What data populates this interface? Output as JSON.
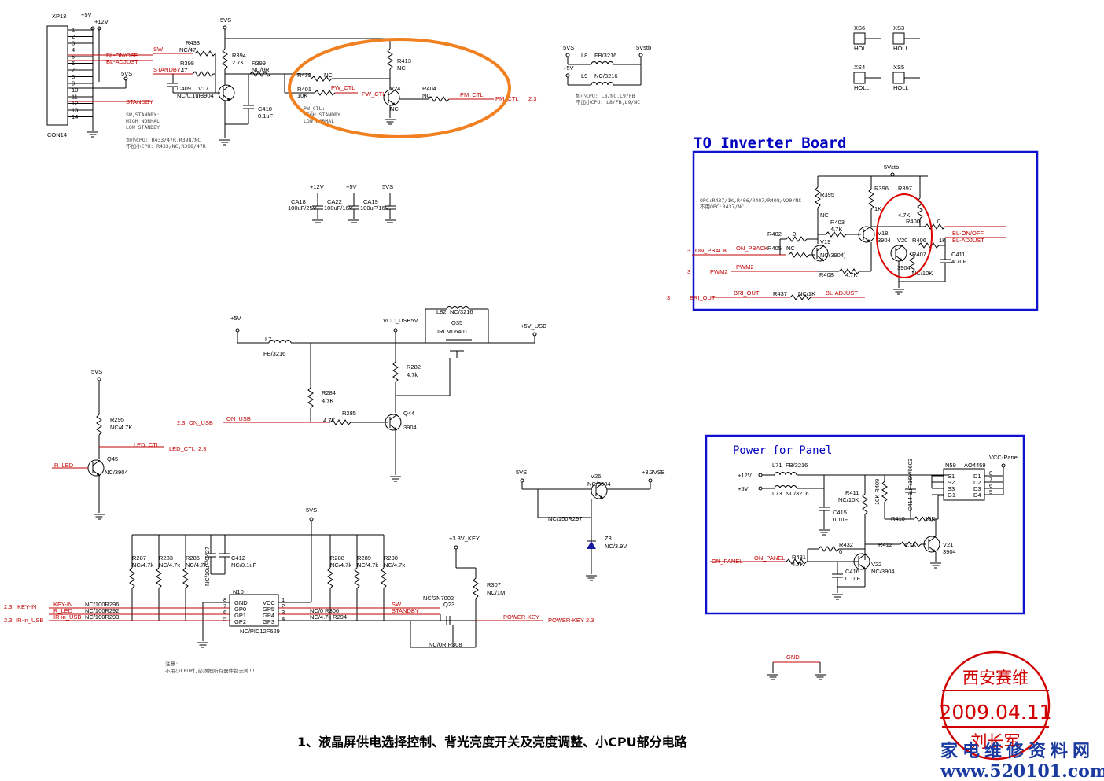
{
  "caption": "1、液晶屏供电选择控制、背光亮度开关及亮度调整、小CPU部分电路",
  "sections": {
    "inverter_title": "TO Inverter Board",
    "panel_title": "Power for Panel"
  },
  "stamp": {
    "org": "西安赛维",
    "date": "2009.04.11",
    "name": "刘长军"
  },
  "watermark": {
    "cn": "家电维修资料网",
    "url": "www.520101.com"
  },
  "connector": {
    "ref": "XP13",
    "part": "CON14",
    "pins": [
      "1",
      "2",
      "3",
      "4",
      "5",
      "6",
      "7",
      "8",
      "9",
      "10",
      "11",
      "12",
      "13",
      "14"
    ],
    "rails": [
      "+5V",
      "+12V"
    ],
    "nets": [
      "BL-ON/OFF",
      "BL-ADJUST",
      "STANDBY"
    ],
    "rail_5vs": "5VS",
    "sw": "SW",
    "standby": "STANDBY"
  },
  "top_block": {
    "r433": "R433",
    "r433v": "NC/47",
    "r398": "R398",
    "r398v": "47",
    "c409": "C409",
    "c409v": "NC/0.1uF",
    "v17": "V17",
    "v17v": "3904",
    "r394": "R394",
    "r394v": "2.7K",
    "r399": "R399",
    "r399v": "NC/0R",
    "c410": "C410",
    "c410v": "0.1uF",
    "rail": "5VS",
    "r439": "R439",
    "r439v": "NC",
    "r401": "R401",
    "r401v": "10K",
    "pw_ctl": "PW_CTL",
    "r413": "R413",
    "r413v": "NC",
    "v24": "V24",
    "v24v": "NC",
    "r404": "R404",
    "r404v": "NC",
    "pm_ctl": "PM_CTL",
    "pm_ctl2": "PM_CTL",
    "sheet": "2.3",
    "note1": "SW,STANDBY:",
    "note2": "HIGH   NORMAL",
    "note3": "LOW    STANDBY",
    "note4": "加小CPU:  R433/47R,R398/NC",
    "note5": "不加小CPU: R433/NC,R398/47R",
    "note6": "PW_CTL:",
    "note7": "HIGH STANDBY",
    "note8": "LOW  NORMAL"
  },
  "filter_block": {
    "r5vs": "5VS",
    "r5vstb": "5Vstb",
    "p5v": "+5V",
    "l8": "L8",
    "l8v": "FB/3216",
    "l9": "L9",
    "l9v": "NC/3216",
    "note1": "加小CPU:    L8/NC,L9/FB",
    "note2": "不加小CPU:  L8/FB,L9/NC"
  },
  "holl": [
    {
      "ref": "XS6",
      "v": "HOLL"
    },
    {
      "ref": "XS3",
      "v": "HOLL"
    },
    {
      "ref": "XS4",
      "v": "HOLL"
    },
    {
      "ref": "XS5",
      "v": "HOLL"
    }
  ],
  "caps": [
    {
      "rail": "+12V",
      "ref": "CA18",
      "v": "100uF/25V"
    },
    {
      "rail": "+5V",
      "ref": "CA22",
      "v": "100uF/16V"
    },
    {
      "rail": "5VS",
      "ref": "CA19",
      "v": "100uF/16V"
    }
  ],
  "inverter": {
    "rail": "5Vstb",
    "opc1": "OPC:R437/1K,R406/R407/R408/V20/NC",
    "opc2": "不用OPC:R437/NC",
    "r395": "R395",
    "r395v": "NC",
    "r396": "R396",
    "r396v": "1K",
    "r397": "R397",
    "r397v": "4.7K",
    "r403": "R403",
    "r403v": "4.7K",
    "r402": "R402",
    "r402v": "0",
    "r405": "R405",
    "r405v": "NC",
    "v19": "V19",
    "v19v": "NC(3904)",
    "v18": "V18",
    "v18v": "3904",
    "r400": "R400",
    "r400v": "0",
    "v20": "V20",
    "r406": "R406",
    "r406v": "1K",
    "r407": "R407",
    "v20v": "3904",
    "r407v": "NC/10K",
    "c411": "C411",
    "c411v": "4.7uF",
    "r408": "R408",
    "r408v": "4.7K",
    "r437": "R437",
    "r437v": "NC/1K",
    "on_pback": "ON_PBACK",
    "on_pback2": "ON_PBACK",
    "pwm2": "PWM2",
    "pwm2b": "PWM2",
    "bri_out": "BRI_OUT",
    "bri_out2": "BRI_OUT",
    "bl_adj": "BL-ADJUST",
    "out1": "BL-ON/OFF",
    "out2": "BL-ADJUST",
    "sheet": "3"
  },
  "usb": {
    "p5v": "+5V",
    "l7": "L7",
    "l7v": "FB/3216",
    "vcc": "VCC_USB5V",
    "l82": "L82",
    "l82v": "NC/3216",
    "q35": "Q35",
    "q35v": "IRLML6401",
    "out": "+5V_USB",
    "r282": "R282",
    "r282v": "4.7k",
    "r284": "R284",
    "r284v": "4.7K",
    "r285": "R285",
    "r285v": "4.7K",
    "q44": "Q44",
    "q44v": "3904",
    "on_usb": "ON_USB",
    "on_usb2": "ON_USB",
    "sheet": "2.3"
  },
  "led": {
    "rail": "5VS",
    "r295": "R295",
    "r295v": "NC/4.7K",
    "led_ctl": "LED_CTL",
    "led_ctl2": "LED_CTL",
    "sheet": "2.3",
    "q45": "Q45",
    "q45v": "NC/3904",
    "r_led": "R_LED"
  },
  "reg33": {
    "rail": "5VS",
    "out": "+3.3VSB",
    "v26": "V26",
    "v26v": "NC/3904",
    "r297": "NC/150R297",
    "z3": "Z3",
    "z3v": "NC/3.9V"
  },
  "mcu": {
    "rail": "5VS",
    "r287": "R287",
    "r287v": "NC/4.7k",
    "r283": "R283",
    "r283v": "NC/4.7k",
    "r286": "R286",
    "r286v": "NC/4.7k",
    "c427": "NC/10uF/C427",
    "c412": "C412",
    "c412v": "NC/0.1uF",
    "r288": "R288",
    "r288v": "NC/4.7k",
    "r289": "R289",
    "r289v": "NC/4.7k",
    "r290": "R290",
    "r290v": "NC/4.7k",
    "n10": "N10",
    "n10v": "NC/PIC12F629",
    "pins_l": [
      "GND",
      "GP0",
      "GP1",
      "GP2"
    ],
    "pins_r": [
      "VCC",
      "GP5",
      "GP4",
      "GP3"
    ],
    "key_in": "KEY-IN",
    "r_led": "R_LED",
    "ir": "IR-in_USB",
    "r296": "NC/100R296",
    "r292": "NC/100R292",
    "r293": "NC/100R293",
    "r306": "NC/0 R306",
    "r294": "NC/4.7k R294",
    "sw": "SW",
    "standby": "STANDBY",
    "k33": "+3.3V_KEY",
    "r307": "R307",
    "r307v": "NC/1M",
    "q23": "Q23",
    "q23v": "NC/2N7002",
    "pk": "POWER-KEY",
    "pk2": "POWER-KEY",
    "r308": "NC/0R   R308",
    "sheet": "2.3",
    "note1": "注意:",
    "note2": "不用小CPU时,必须把所有器件都去掉!!"
  },
  "panel": {
    "p12": "+12V",
    "p5": "+5V",
    "l71": "L71",
    "l71v": "FB/3216",
    "l73": "L73",
    "l73v": "NC/3216",
    "c415": "C415",
    "c415v": "0.1uF",
    "r411": "R411",
    "r411v": "NC/10K",
    "r409": "10K R409",
    "c414": "C414 1uF/16V/0603",
    "n59": "N59",
    "n59v": "AO4459",
    "s_pins": [
      "S1",
      "S2",
      "S3",
      "G1"
    ],
    "d_pins": [
      "D1",
      "D2",
      "D3",
      "D4"
    ],
    "vcc": "VCC-Panel",
    "r410": "R410",
    "r410v": "10K",
    "r432": "R432",
    "r432v": "0",
    "r412": "R412",
    "r412v": "4.7K",
    "v21": "V21",
    "v21v": "3904",
    "on_panel": "ON_PANEL",
    "on_panel2": "ON_PANEL",
    "r431": "R431",
    "r431v": "4.7K",
    "c416": "C416",
    "c416v": "0.1uF",
    "v22": "V22",
    "v22v": "NC/3904",
    "gnd": "GND"
  }
}
